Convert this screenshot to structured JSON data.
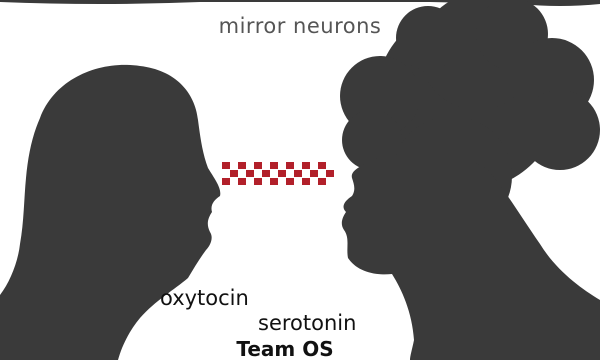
{
  "labels": {
    "top": "mirror neurons",
    "chemical_1": "oxytocin",
    "chemical_2": "serotonin",
    "brand": "Team OS"
  },
  "colors": {
    "silhouette": "#3a3a3a",
    "connector": "#b2202a",
    "label_gray": "#555555",
    "text": "#111111"
  }
}
